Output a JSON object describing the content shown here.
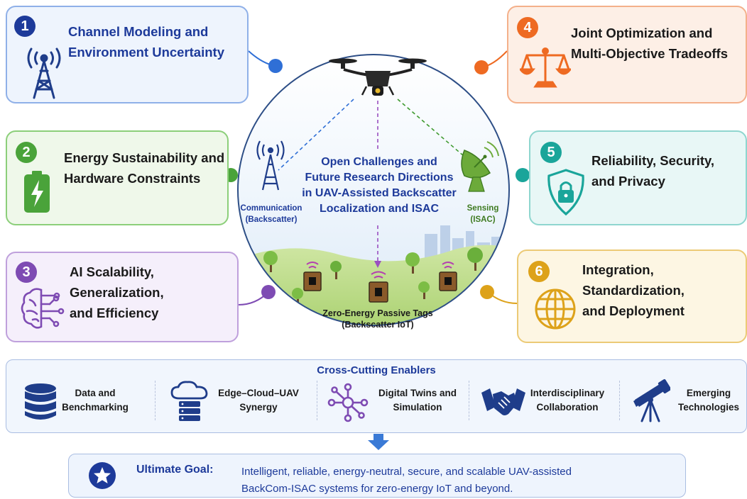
{
  "center": {
    "title_lines": [
      "Open Challenges and",
      "Future Research Directions",
      "in UAV-Assisted Backscatter",
      "Localization and ISAC"
    ],
    "communication_lines": [
      "Communication",
      "(Backscatter)"
    ],
    "sensing_lines": [
      "Sensing",
      "(ISAC)"
    ],
    "tags_lines": [
      "Zero-Energy Passive Tags",
      "(Backscatter IoT)"
    ]
  },
  "challenges": [
    {
      "number": "1",
      "lines": [
        "Channel Modeling and",
        "Environment Uncertainty"
      ],
      "color": "#2f6fd6",
      "icon": "radio-tower-icon"
    },
    {
      "number": "2",
      "lines": [
        "Energy Sustainability and",
        "Hardware Constraints"
      ],
      "color": "#4aa33a",
      "icon": "battery-icon"
    },
    {
      "number": "3",
      "lines": [
        "AI Scalability,",
        "Generalization,",
        "and Efficiency"
      ],
      "color": "#7e4bb3",
      "icon": "brain-circuit-icon"
    },
    {
      "number": "4",
      "lines": [
        "Joint Optimization and",
        "Multi-Objective Tradeoffs"
      ],
      "color": "#ee6a22",
      "icon": "balance-scale-icon"
    },
    {
      "number": "5",
      "lines": [
        "Reliability, Security,",
        "and Privacy"
      ],
      "color": "#1aa59a",
      "icon": "shield-lock-icon"
    },
    {
      "number": "6",
      "lines": [
        "Integration,",
        "Standardization,",
        "and Deployment"
      ],
      "color": "#dda21a",
      "icon": "globe-icon"
    }
  ],
  "enablers": {
    "title": "Cross-Cutting Enablers",
    "items": [
      {
        "lines": [
          "Data and",
          "Benchmarking"
        ],
        "icon": "database-icon"
      },
      {
        "lines": [
          "Edge–Cloud–UAV",
          "Synergy"
        ],
        "icon": "cloud-server-icon"
      },
      {
        "lines": [
          "Digital Twins and",
          "Simulation"
        ],
        "icon": "network-nodes-icon"
      },
      {
        "lines": [
          "Interdisciplinary",
          "Collaboration"
        ],
        "icon": "handshake-icon"
      },
      {
        "lines": [
          "Emerging",
          "Technologies"
        ],
        "icon": "telescope-icon"
      }
    ]
  },
  "goal": {
    "label": "Ultimate Goal:",
    "lines": [
      "Intelligent, reliable, energy-neutral, secure, and scalable UAV-assisted",
      "BackCom-ISAC systems for zero-energy IoT and beyond."
    ],
    "icon": "star-icon"
  }
}
